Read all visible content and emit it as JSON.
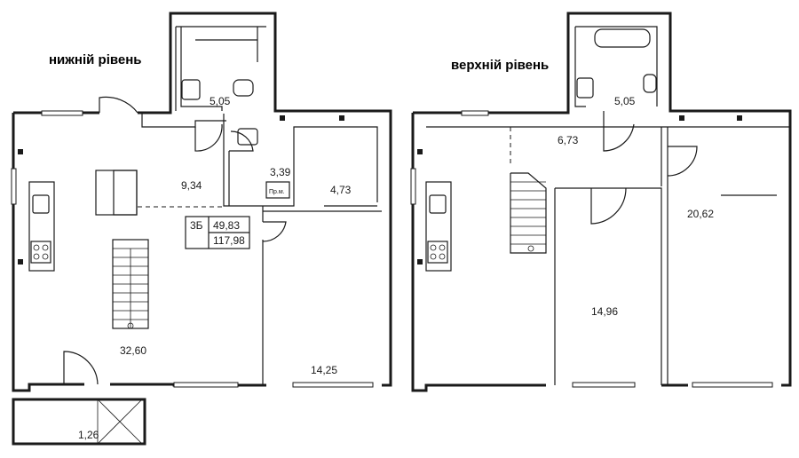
{
  "levels": {
    "lower": {
      "title": "нижній рівень"
    },
    "upper": {
      "title": "верхній рівень"
    }
  },
  "summary": {
    "rooms": "3Б",
    "living_area": "49,83",
    "total_area": "117,98"
  },
  "lower_rooms": {
    "bath": "5,05",
    "hall": "9,34",
    "wc": "3,39",
    "wc_note": "Пр.м.",
    "storage": "4,73",
    "living": "32,60",
    "bedroom": "14,25",
    "balcony": "1,26"
  },
  "upper_rooms": {
    "bath": "5,05",
    "hall": "6,73",
    "bedroom_big": "20,62",
    "bedroom_mid": "14,96"
  }
}
